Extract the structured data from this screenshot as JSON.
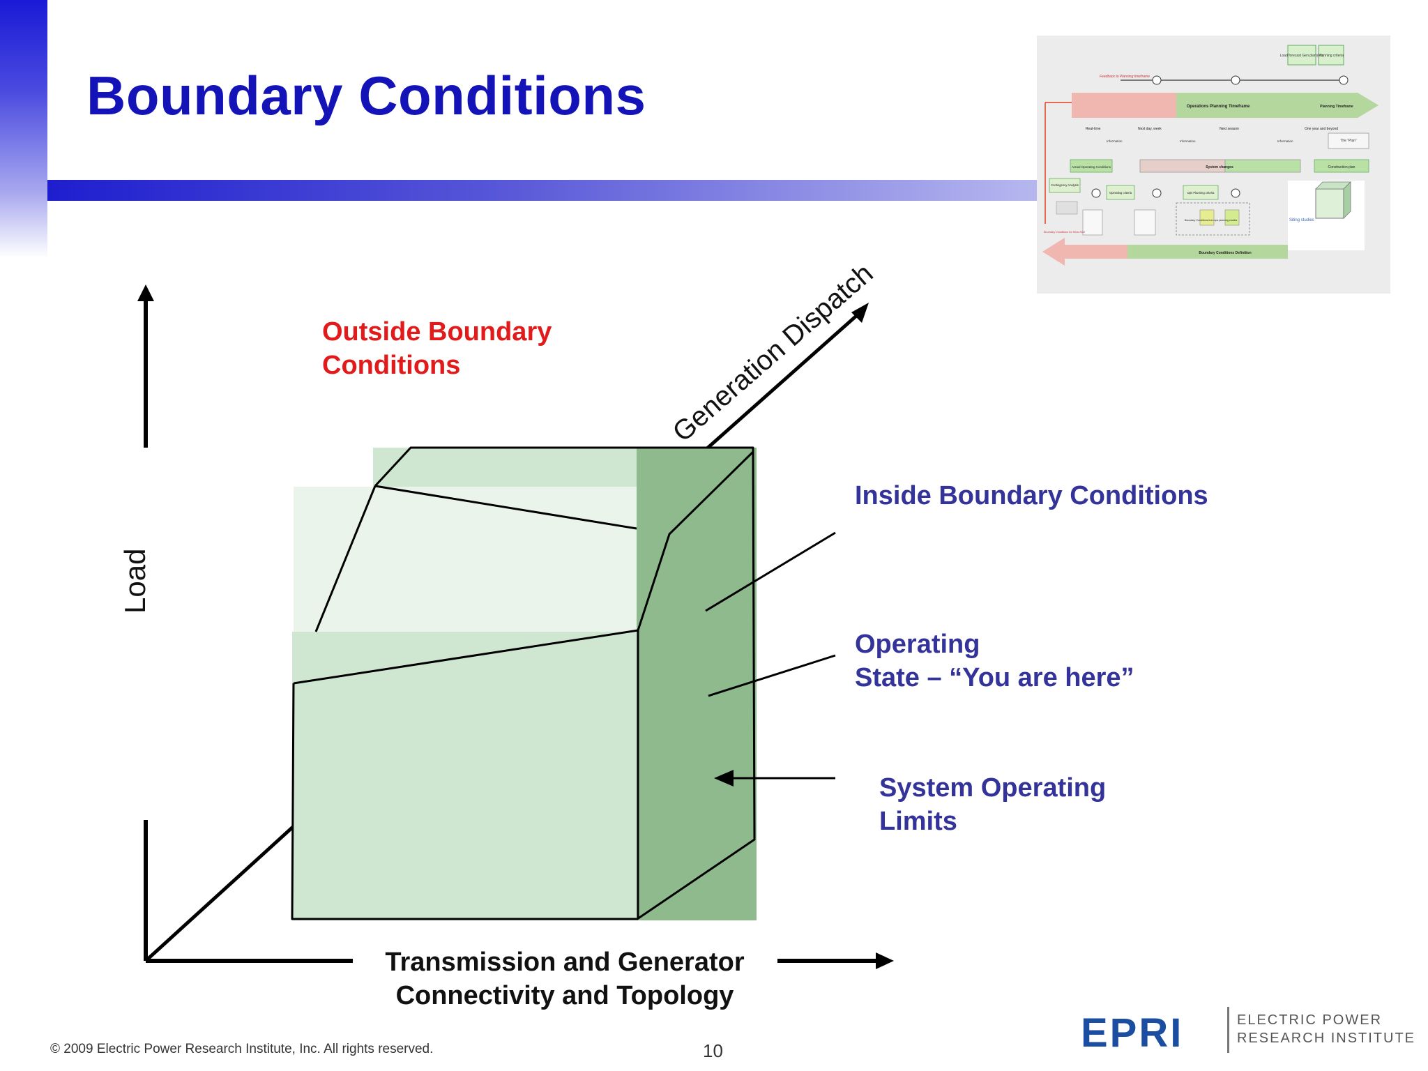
{
  "slide": {
    "title": "Boundary Conditions",
    "page_number": "10",
    "footer": "© 2009 Electric Power Research Institute, Inc. All rights reserved."
  },
  "diagram": {
    "outside_label": "Outside Boundary Conditions",
    "inside_label": "Inside Boundary Conditions",
    "operating_label_line1": "Operating",
    "operating_label_line2": "State – “You are here”",
    "limits_label": "System Operating Limits",
    "x_axis_line1": "Transmission and Generator",
    "x_axis_line2": "Connectivity and Topology",
    "y_axis": "Load",
    "z_axis": "Generation Dispatch"
  },
  "logo": {
    "wordmark": "EPRI",
    "line1": "ELECTRIC POWER",
    "line2": "RESEARCH INSTITUTE"
  },
  "thumbnail": {
    "top_row": [
      "Load forecast Gen plans etc",
      "Planning criteria"
    ],
    "feedback": "Feedback to Planning timeframe",
    "ops_bar": "Operations Planning Timeframe",
    "planning_timeframe": "Planning Timeframe",
    "timeline": [
      "Real-time",
      "Next day, week",
      "Next season",
      "One year and beyond"
    ],
    "information": "Information",
    "plan": "The “Plan”",
    "actual_operating": "Actual Operating Conditions",
    "system_changes": "System changes",
    "construction_plan": "Construction plan",
    "contingency": "Contingency Analysis",
    "operating_criteria": "Operating criteria",
    "ops_planning_criteria": "Ops Planning criteria",
    "boundary_from_studies": "Boundary Conditions from ops planning studies",
    "siting_studies": "Siting studies",
    "boundary_realtime": "Boundary Conditions for Real-Time",
    "boundary_definition": "Boundary Conditions Definition"
  },
  "colors": {
    "title": "#1313b8",
    "outside": "#e11b1b",
    "inside": "#33339a",
    "box_light": "#cfe6d0",
    "box_lighter": "#eaf4ea",
    "box_dark": "#8fba8e"
  }
}
